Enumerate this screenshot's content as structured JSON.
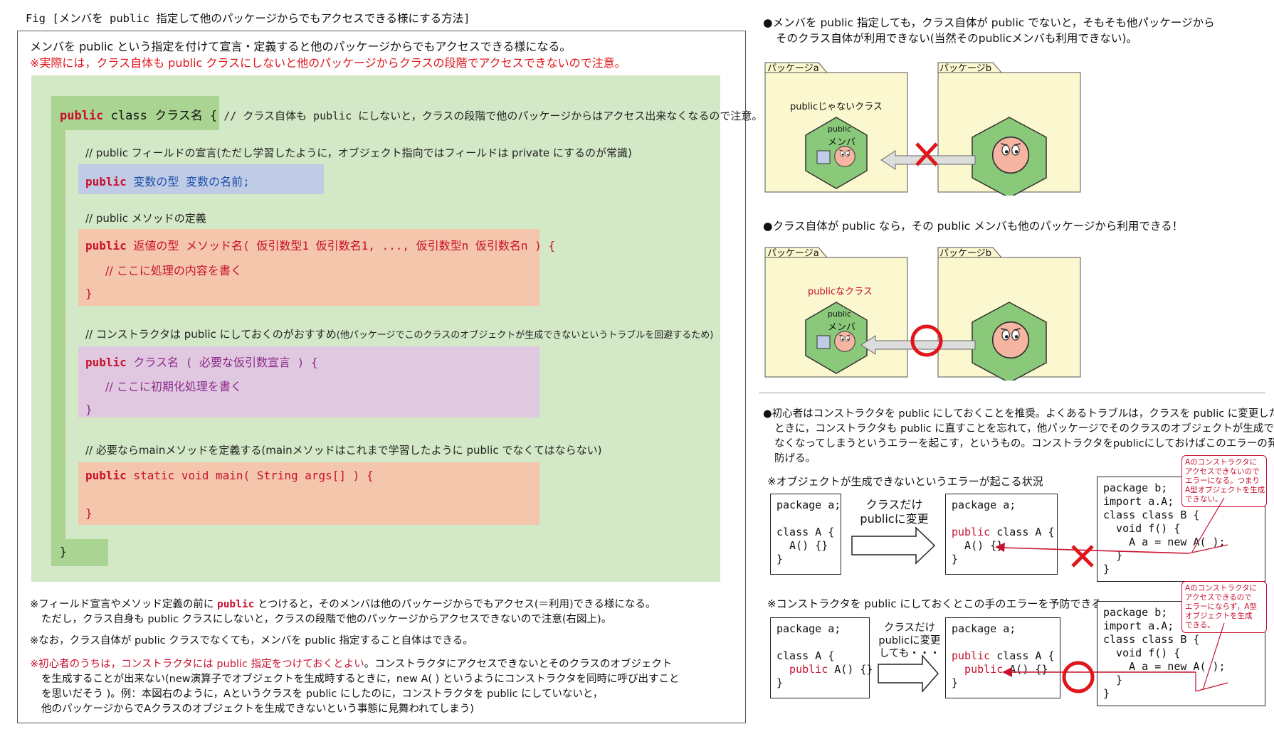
{
  "title": "Fig [メンバを public 指定して他のパッケージからでもアクセスできる様にする方法]",
  "intro": {
    "line1": "メンバを public という指定を付けて宣言・定義すると他のパッケージからでもアクセスできる様になる。",
    "line2": "※実際には，クラス自体も public クラスにしないと他のパッケージからクラスの段階でアクセスできないので注意。"
  },
  "code": {
    "class_kw": "public",
    "class_rest": " class クラス名 {",
    "class_comment": " // クラス自体も public にしないと，クラスの段階で他のパッケージからはアクセス出来なくなるので注意。",
    "field_comment": "// public フィールドの宣言(ただし学習したように，オブジェクト指向ではフィールドは private にするのが常識)",
    "field_kw": "public",
    "field_rest": " 変数の型 変数の名前;",
    "method_comment": "// public メソッドの定義",
    "method_kw": "public",
    "method_rest": " 返値の型 メソッド名( 仮引数型1 仮引数名1, ..., 仮引数型n 仮引数名n ) {",
    "method_body": "// ここに処理の内容を書く",
    "method_close": "}",
    "ctor_comment": "// コンストラクタは public にしておくのがおすすめ",
    "ctor_comment_small": "(他パッケージでこのクラスのオブジェクトが生成できないというトラブルを回避するため)",
    "ctor_kw": "public",
    "ctor_rest": " クラス名 ( 必要な仮引数宣言 ) {",
    "ctor_body": "// ここに初期化処理を書く",
    "ctor_close": "}",
    "main_comment": "// 必要ならmainメソッドを定義する(mainメソッドはこれまで学習したように public でなくてはならない)",
    "main_kw": "public",
    "main_rest": " static void main( String args[] ) {",
    "main_close": "}",
    "class_close": "}"
  },
  "notes": {
    "n1a": "※フィールド宣言やメソッド定義の前に",
    "n1kw": "public",
    "n1b": "とつけると，そのメンバは他のパッケージからでもアクセス(＝利用)できる様になる。",
    "n1c": "ただし，クラス自身も public クラスにしないと，クラスの段階で他のパッケージからアクセスできないので注意(右図上)。",
    "n2": "※なお，クラス自体が public クラスでなくても，メンバを public 指定すること自体はできる。",
    "n3red": "※初心者のうちは，コンストラクタには public 指定をつけておくとよい",
    "n3a": "。コンストラクタにアクセスできないとそのクラスのオブジェクト",
    "n3b": "を生成することが出来ない(new演算子でオブジェクトを生成時するときに，new A( ) というようにコンストラクタを同時に呼び出すこと",
    "n3c": "を思いだそう )。例：本図右のように，Aというクラスを public にしたのに，コンストラクタを public にしていないと，",
    "n3d": "他のパッケージからでAクラスのオブジェクトを生成できないという事態に見舞われてしまう)"
  },
  "right": {
    "sec1a": "●メンバを public 指定しても，クラス自体が public でないと，そもそも他パッケージから",
    "sec1b": "そのクラス自体が利用できない(当然そのpublicメンバも利用できない)。",
    "pkg_a": "パッケージa",
    "pkg_b": "パッケージb",
    "non_public_class": "publicじゃないクラス",
    "member_public": "public",
    "member_label": "メンバ",
    "sec2": "●クラス自体が public なら，その public メンバも他のパッケージから利用できる！",
    "public_class": "publicなクラス",
    "sec3a": "●初心者はコンストラクタを public にしておくことを推奨。よくあるトラブルは，クラスを public に変更した",
    "sec3b": "ときに，コンストラクタも public に直すことを忘れて，他パッケージでそのクラスのオブジェクトが生成でき",
    "sec3c": "なくなってしまうというエラーを起こす，というもの。コンストラクタをpublicにしておけばこのエラーの発生を",
    "sec3d": "防げる。",
    "case1": "※オブジェクトが生成できないというエラーが起こる状況",
    "case2": "※コンストラクタを public にしておくとこの手のエラーを予防できる",
    "arrow1a": "クラスだけ",
    "arrow1b": "publicに変更",
    "arrow2a": "クラスだけ",
    "arrow2b": "publicに変更",
    "arrow2c": "しても・・・",
    "box1": "package a;\n\nclass A {\n  A() {}\n}",
    "box2_l1": "package a;",
    "box2_kw": "public",
    "box2_l3": " class A {",
    "box2_l4": "  A() {}",
    "box2_l5": "}",
    "boxB": "package b;\nimport a.A;\nclass class B {\n  void f() {\n    A a = new A( );\n  }\n}",
    "callout1": "Aのコンストラクタに\nアクセスできないので\nエラーになる。つまり\nA型オブジェクトを生成\nできない。",
    "box4": "package a;\n\nclass A {",
    "box4_kw": "  public",
    "box4_r": " A() {}",
    "box4_close": "}",
    "box5_l1": "package a;",
    "box5_kw": "public",
    "box5_l3": " class A {",
    "box5_kw2": "  public",
    "box5_l4": " A() {}",
    "box5_l5": "}",
    "callout2": "Aのコンストラクタに\nアクセスできるので\nエラーにならず，A型\nオブジェクトを生成\nできる。"
  },
  "colors": {
    "red": "#c8102e",
    "green_bg": "#d3e8c6",
    "green_bar": "#a9d492",
    "blue_box": "#c0cce6",
    "salmon_box": "#f4c7ac",
    "purple_box": "#e0c9e0",
    "folder": "#fbf7cf",
    "hex": "#8bc97a",
    "face": "#f5b5a0"
  }
}
